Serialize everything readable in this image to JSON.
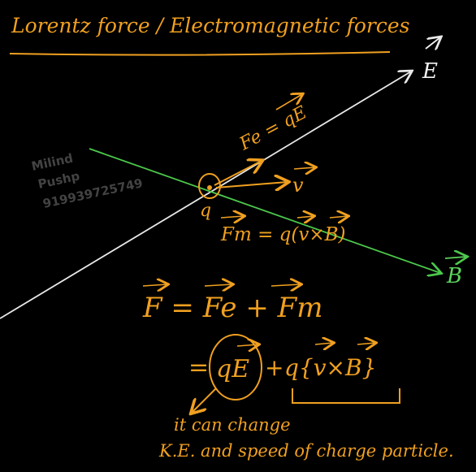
{
  "title": "Lorentz force / Electromagnetic forces",
  "watermark": {
    "line1": "Milind",
    "line2": "Pushp",
    "line3": "919939725749"
  },
  "labels": {
    "e_field": "E",
    "b_field": "B",
    "fe_eq": "Fe = qE",
    "velocity": "v",
    "charge": "q",
    "fm_eq": "Fm = q(v×B)"
  },
  "equations": {
    "line1": "F = Fe + Fm",
    "line2_prefix": "=",
    "term_qE": "qE",
    "plus": "+",
    "term_vxb": "q{v×B}"
  },
  "notes": {
    "line1": "it can change",
    "line2": "K.E. and speed of charge particle."
  },
  "colors": {
    "background": "#000000",
    "ink": "#f0a020",
    "e_line": "#e8e8e8",
    "b_line": "#4cc94c",
    "watermark": "#5a5a5a"
  }
}
